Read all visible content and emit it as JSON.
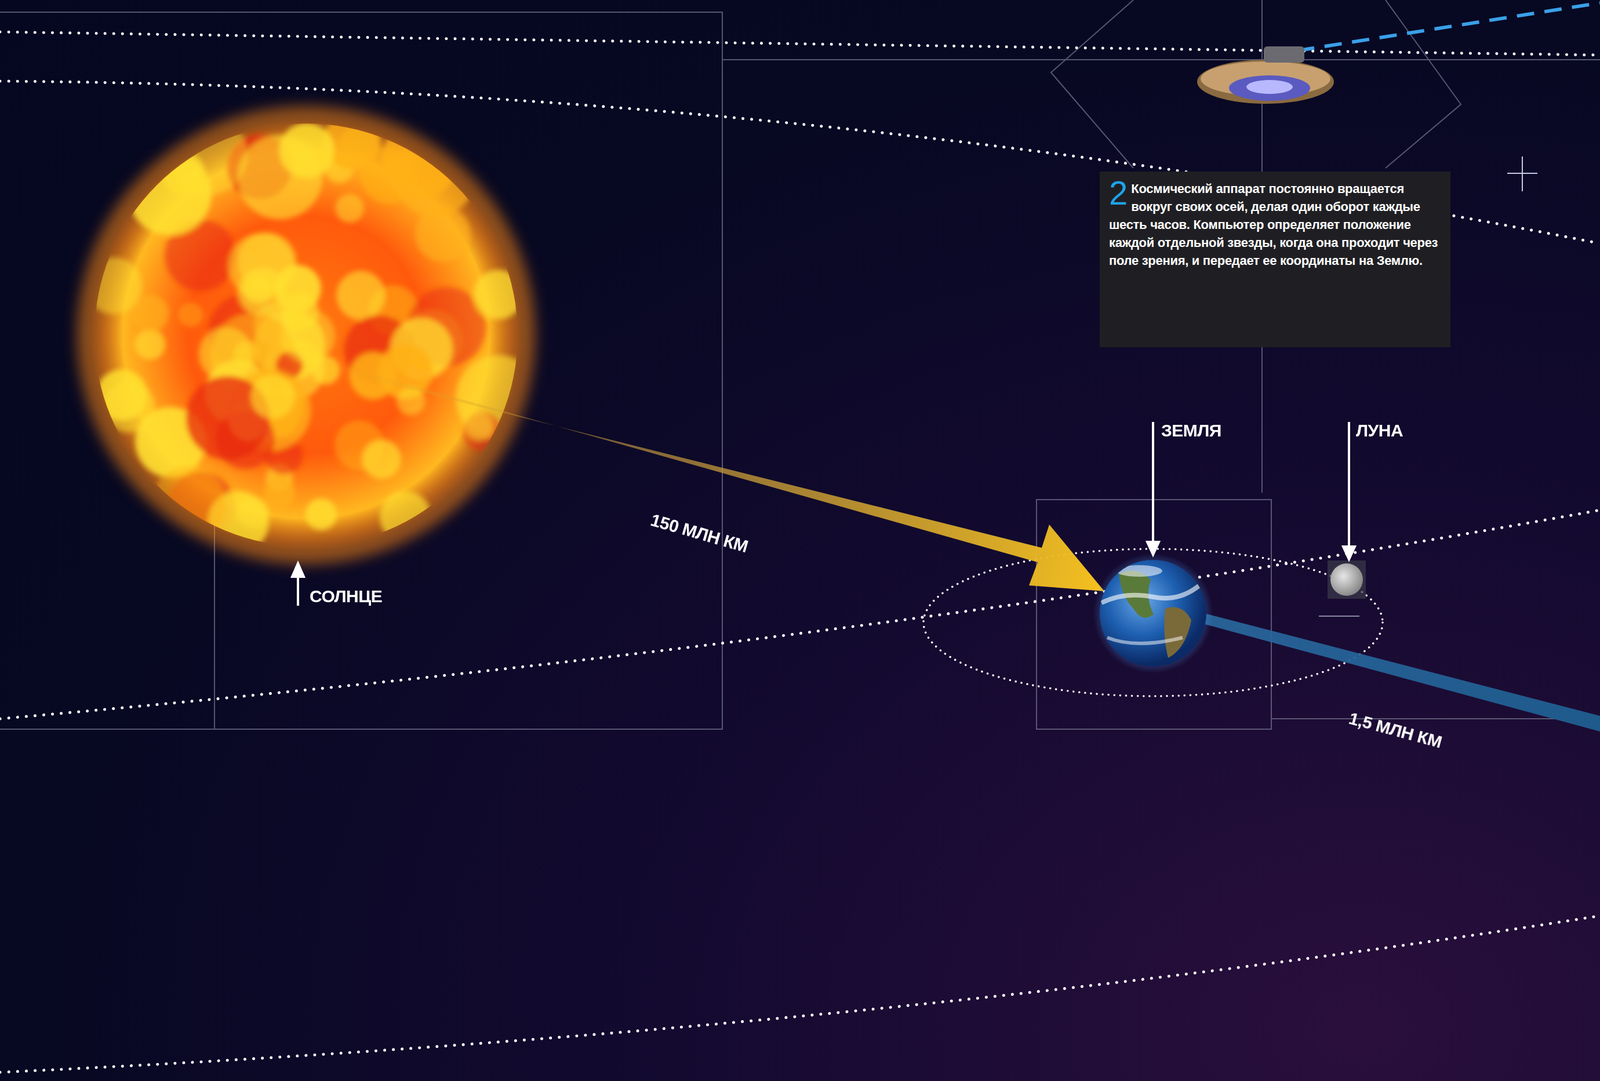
{
  "diagram": {
    "nodes": [
      {
        "text": [
          "2",
          "Космический аппарат постоянно вращается вокруг своих осей, делая один оборот каждые шесть часов. Компьютер определяет положение каждой отдельной звезды, когда она проходит через поле зрения, и передает ее координаты на Землю."
        ]
      }
    ],
    "labels": [
      "СОЛНЦЕ",
      "150 МЛН КМ",
      "ЗЕМЛЯ",
      "ЛУНА",
      "1,5 МЛН КМ"
    ]
  }
}
